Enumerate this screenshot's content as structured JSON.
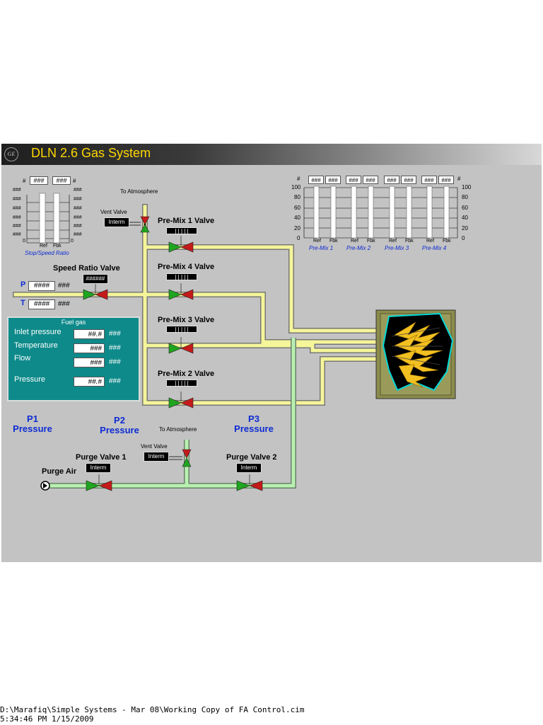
{
  "window": {
    "title": "DLN 2.6 Gas System",
    "logo_text": "GE"
  },
  "colors": {
    "pipe_yellow": "#f5f59a",
    "pipe_green": "#b8f0b0",
    "label_blue": "#0d2bd4",
    "panel_teal": "#0e8a8a",
    "title_text": "#ffd800"
  },
  "stop_speed": {
    "caption": "Stop/Speed Ratio",
    "hash": "#",
    "ref_value": "###",
    "fbk_value": "###",
    "ref_label": "Ref",
    "fbk_label": "Fbk",
    "zero": "0",
    "tick_values": [
      "###",
      "###",
      "###",
      "###",
      "###",
      "###"
    ]
  },
  "premix_gauges": {
    "hash": "#",
    "axis_ticks": [
      "100",
      "80",
      "60",
      "40",
      "20",
      "0"
    ],
    "groups": [
      {
        "label": "Pre-Mix 1",
        "ref": "###",
        "fbk": "###",
        "ref_label": "Ref",
        "fbk_label": "Fbk"
      },
      {
        "label": "Pre-Mix 2",
        "ref": "###",
        "fbk": "###",
        "ref_label": "Ref",
        "fbk_label": "Fbk"
      },
      {
        "label": "Pre-Mix 3",
        "ref": "###",
        "fbk": "###",
        "ref_label": "Ref",
        "fbk_label": "Fbk"
      },
      {
        "label": "Pre-Mix 4",
        "ref": "###",
        "fbk": "###",
        "ref_label": "Ref",
        "fbk_label": "Fbk"
      }
    ]
  },
  "vent_top": {
    "to_atmosphere": "To Atmosphere",
    "vent_label": "Vent Valve",
    "state": "Interm"
  },
  "vent_bottom": {
    "to_atmosphere": "To Atmosphere",
    "vent_label": "Vent Valve",
    "state": "Interm"
  },
  "valves": {
    "premix1": {
      "label": "Pre-Mix 1 Valve"
    },
    "premix4": {
      "label": "Pre-Mix 4 Valve"
    },
    "premix3": {
      "label": "Pre-Mix 3 Valve"
    },
    "premix2": {
      "label": "Pre-Mix 2 Valve"
    },
    "speed_ratio": {
      "label": "Speed Ratio Valve",
      "readout": "######"
    }
  },
  "pt": {
    "p_label": "P",
    "p_value": "####",
    "p_unit": "###",
    "t_label": "T",
    "t_value": "####",
    "t_unit": "###"
  },
  "fuel_gas": {
    "title": "Fuel gas",
    "rows": [
      {
        "label": "Inlet pressure",
        "value": "##.#",
        "unit": "###"
      },
      {
        "label": "Temperature",
        "value": "###",
        "unit": "###"
      },
      {
        "label": "Flow",
        "value": "###",
        "unit": "###"
      },
      {
        "label": "Pressure",
        "value": "##.#",
        "unit": "###"
      }
    ]
  },
  "pressure_labels": {
    "p1": {
      "name": "P1",
      "word": "Pressure"
    },
    "p2": {
      "name": "P2",
      "word": "Pressure"
    },
    "p3": {
      "name": "P3",
      "word": "Pressure"
    }
  },
  "purge": {
    "air_label": "Purge Air",
    "valve1": {
      "label": "Purge Valve 1",
      "state": "Interm"
    },
    "valve2": {
      "label": "Purge Valve 2",
      "state": "Interm"
    }
  },
  "footer": {
    "path": "D:\\Marafiq\\Simple Systems - Mar 08\\Working Copy of FA Control.cim",
    "timestamp": "5:34:46 PM 1/15/2009"
  }
}
